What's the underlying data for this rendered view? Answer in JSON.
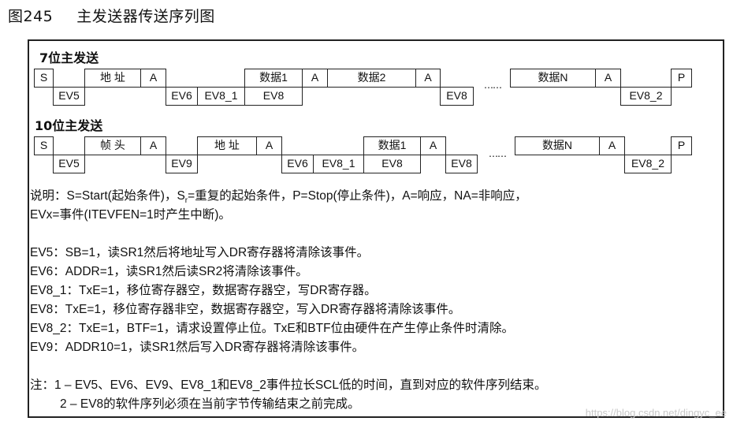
{
  "title": {
    "num": "图245",
    "text": "主发送器传送序列图"
  },
  "seq7": {
    "label": "7位主发送",
    "boxes": [
      "S",
      "EV5",
      "地 址",
      "A",
      "EV6",
      "EV8_1",
      "数据1",
      "EV8",
      "A",
      "数据2",
      "A",
      "EV8",
      "……",
      "数据N",
      "A",
      "EV8_2",
      "P"
    ]
  },
  "seq10": {
    "label": "10位主发送",
    "boxes": [
      "S",
      "EV5",
      "帧 头",
      "A",
      "EV9",
      "地 址",
      "A",
      "EV6",
      "EV8_1",
      "数据1",
      "EV8",
      "A",
      "EV8",
      "……",
      "数据N",
      "A",
      "EV8_2",
      "P"
    ]
  },
  "legend": {
    "line1a": "说明：S=Start(起始条件)，S",
    "line1sub": "r",
    "line1b": "=重复的起始条件，P=Stop(停止条件)，A=响应，NA=非响应，",
    "line2": "EVx=事件(ITEVFEN=1时产生中断)。"
  },
  "events": [
    "EV5：SB=1，读SR1然后将地址写入DR寄存器将清除该事件。",
    "EV6：ADDR=1，读SR1然后读SR2将清除该事件。",
    "EV8_1：TxE=1，移位寄存器空，数据寄存器空，写DR寄存器。",
    "EV8：TxE=1，移位寄存器非空，数据寄存器空，写入DR寄存器将清除该事件。",
    "EV8_2：TxE=1，BTF=1，请求设置停止位。TxE和BTF位由硬件在产生停止条件时清除。",
    "EV9：ADDR10=1，读SR1然后写入DR寄存器将清除该事件。"
  ],
  "notes": [
    "注：1 – EV5、EV6、EV9、EV8_1和EV8_2事件拉长SCL低的时间，直到对应的软件序列结束。",
    "2 – EV8的软件序列必须在当前字节传输结束之前完成。"
  ],
  "watermark": "https://blog.csdn.net/dingyc_ee"
}
